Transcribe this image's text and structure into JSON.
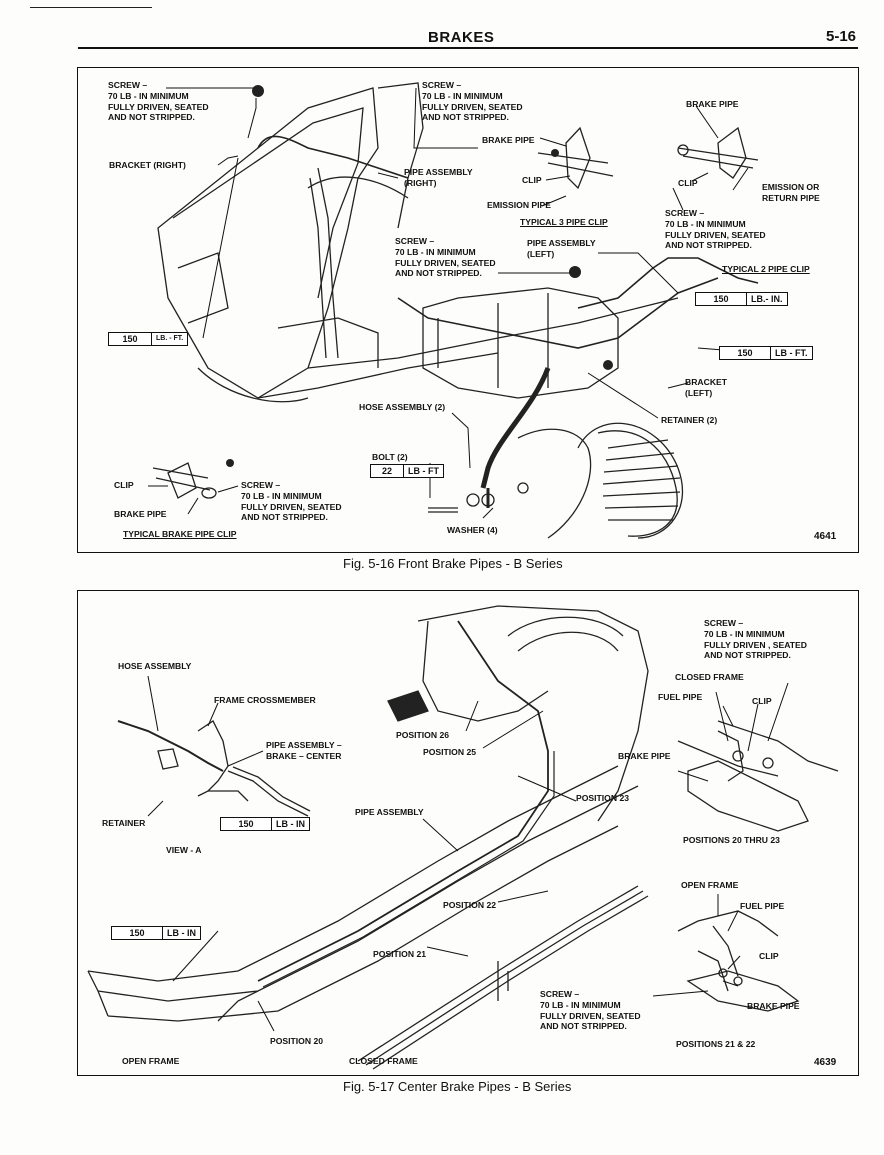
{
  "header": {
    "title": "BRAKES",
    "page": "5-16"
  },
  "fig1": {
    "caption": "Fig. 5-16 Front Brake Pipes - B Series",
    "number": "4641",
    "labels": {
      "screw_top_left": "SCREW –\n70 LB - IN MINIMUM\nFULLY DRIVEN, SEATED\nAND NOT STRIPPED.",
      "bracket_right": "BRACKET (RIGHT)",
      "screw_top_mid": "SCREW –\n70 LB - IN MINIMUM\nFULLY DRIVEN, SEATED\nAND NOT STRIPPED.",
      "brake_pipe_mid": "BRAKE PIPE",
      "pipe_assembly_right": "PIPE ASSEMBLY\n(RIGHT)",
      "clip_mid": "CLIP",
      "emission_pipe": "EMISSION PIPE",
      "typical_3_pipe_clip": "TYPICAL 3 PIPE CLIP",
      "brake_pipe_right": "BRAKE PIPE",
      "clip_right": "CLIP",
      "emission_or_return": "EMISSION OR\nRETURN PIPE",
      "screw_right": "SCREW –\n70 LB - IN MINIMUM\nFULLY DRIVEN, SEATED\nAND NOT STRIPPED.",
      "typical_2_pipe_clip": "TYPICAL 2 PIPE CLIP",
      "screw_center": "SCREW –\n70 LB - IN MINIMUM\nFULLY DRIVEN, SEATED\nAND NOT STRIPPED.",
      "pipe_assembly_left": "PIPE ASSEMBLY\n(LEFT)",
      "bracket_left": "BRACKET\n(LEFT)",
      "retainer": "RETAINER (2)",
      "hose_assembly": "HOSE ASSEMBLY (2)",
      "bolt": "BOLT (2)",
      "washer": "WASHER (4)",
      "clip_bottom": "CLIP",
      "brake_pipe_bottom": "BRAKE PIPE",
      "screw_bottom": "SCREW –\n70 LB - IN MINIMUM\nFULLY DRIVEN, SEATED\nAND NOT STRIPPED.",
      "typical_brake_pipe_clip": "TYPICAL BRAKE PIPE CLIP"
    },
    "torques": {
      "left": {
        "value": "150",
        "unit": "LB. - FT."
      },
      "top_right": {
        "value": "150",
        "unit": "LB.- IN."
      },
      "mid_right": {
        "value": "150",
        "unit": "LB - FT."
      },
      "bolt": {
        "value": "22",
        "unit": "LB - FT"
      }
    }
  },
  "fig2": {
    "caption": "Fig. 5-17 Center Brake Pipes - B Series",
    "number": "4639",
    "labels": {
      "hose_assembly": "HOSE ASSEMBLY",
      "frame_crossmember": "FRAME CROSSMEMBER",
      "pipe_assembly_brake_center": "PIPE ASSEMBLY –\nBRAKE – CENTER",
      "retainer": "RETAINER",
      "view_a": "VIEW - A",
      "position_26": "POSITION 26",
      "position_25": "POSITION 25",
      "position_23": "POSITION 23",
      "pipe_assembly": "PIPE ASSEMBLY",
      "position_22": "POSITION 22",
      "position_21": "POSITION 21",
      "position_20": "POSITION 20",
      "open_frame_bottom": "OPEN FRAME",
      "closed_frame_bottom": "CLOSED FRAME",
      "screw_top": "SCREW –\n70 LB - IN MINIMUM\nFULLY DRIVEN , SEATED\nAND NOT STRIPPED.",
      "closed_frame": "CLOSED FRAME",
      "fuel_pipe_top": "FUEL PIPE",
      "clip_top": "CLIP",
      "brake_pipe_top": "BRAKE PIPE",
      "positions_20_23": "POSITIONS 20 THRU 23",
      "open_frame": "OPEN FRAME",
      "fuel_pipe_bottom": "FUEL PIPE",
      "clip_bottom": "CLIP",
      "brake_pipe_bottom": "BRAKE PIPE",
      "screw_bottom": "SCREW –\n70 LB - IN MINIMUM\nFULLY DRIVEN, SEATED\nAND NOT STRIPPED.",
      "positions_21_22": "POSITIONS 21 & 22"
    },
    "torques": {
      "view_a": {
        "value": "150",
        "unit": "LB - IN"
      },
      "left": {
        "value": "150",
        "unit": "LB - IN"
      }
    }
  }
}
